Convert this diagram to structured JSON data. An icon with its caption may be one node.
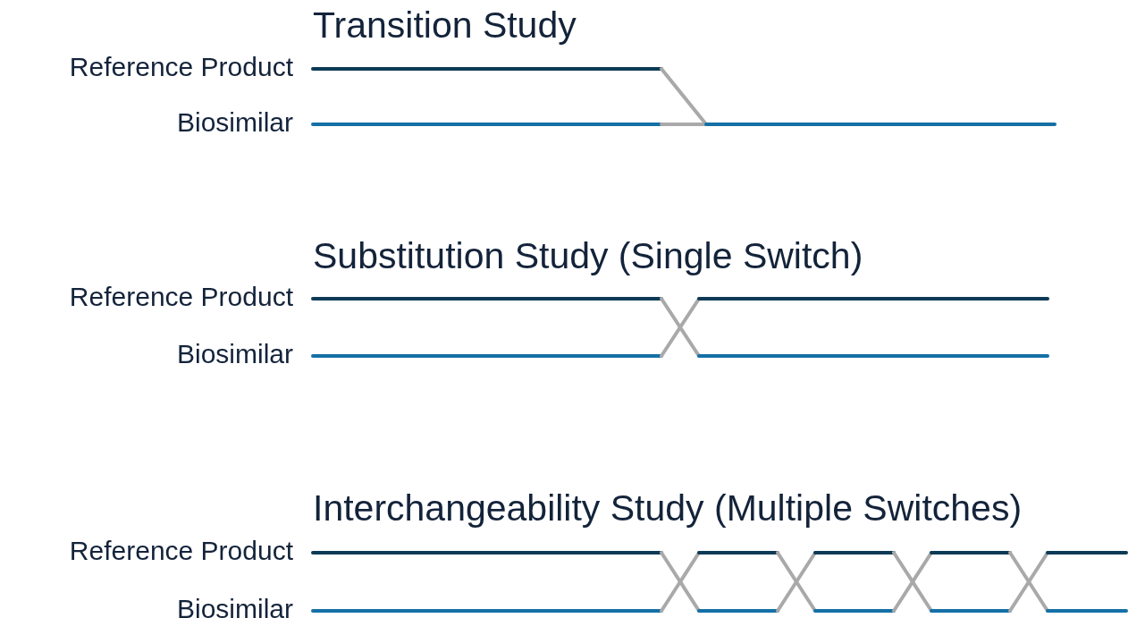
{
  "diagram": {
    "labels": [
      "Transition Study",
      "Reference Product",
      "Biosimilar",
      "Substitution Study (Single Switch)",
      "Reference Product",
      "Biosimilar",
      "Interchangeability Study (Multiple Switches)",
      "Reference Product",
      "Biosimilar"
    ]
  }
}
